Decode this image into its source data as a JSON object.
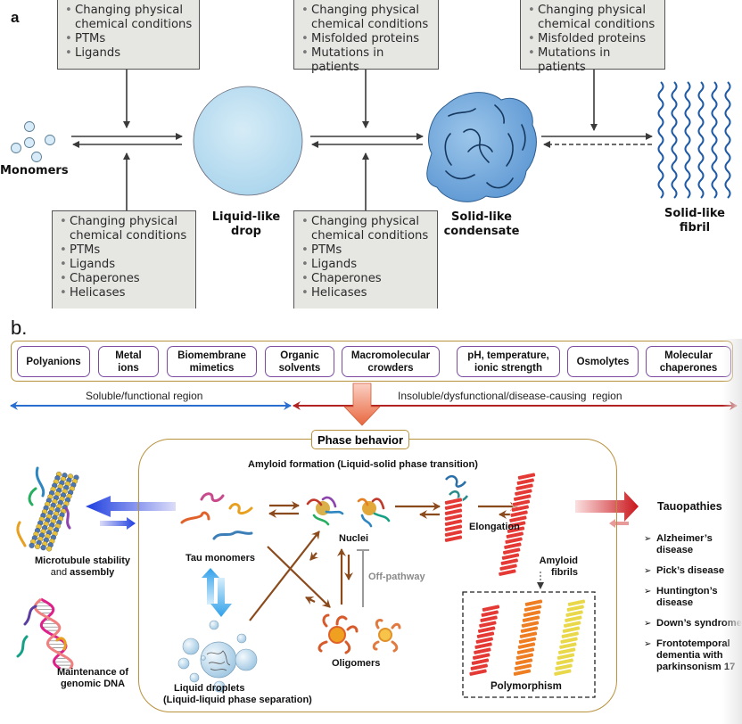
{
  "panel_a": {
    "label": "a",
    "top_boxes": [
      {
        "items": [
          "Changing physical chemical conditions",
          "PTMs",
          "Ligands"
        ]
      },
      {
        "items": [
          "Changing physical chemical conditions",
          "Misfolded proteins",
          "Mutations in patients"
        ]
      },
      {
        "items": [
          "Changing physical chemical conditions",
          "Misfolded proteins",
          "Mutations in patients"
        ]
      }
    ],
    "bottom_boxes": [
      {
        "items": [
          "Changing physical chemical conditions",
          "PTMs",
          "Ligands",
          "Chaperones",
          "Helicases"
        ]
      },
      {
        "items": [
          "Changing physical chemical conditions",
          "PTMs",
          "Ligands",
          "Chaperones",
          "Helicases"
        ]
      }
    ],
    "states": {
      "monomers": "Monomers",
      "drop_line1": "Liquid-like",
      "drop_line2": "drop",
      "condensate_line1": "Solid-like",
      "condensate_line2": "condensate",
      "fibril": "Solid-like fibril"
    },
    "colors": {
      "box_bg": "#e6e6e3",
      "drop": "#bfe0f0",
      "condensate": "#6fa8dc",
      "fibril": "#1f5aa6"
    }
  },
  "panel_b": {
    "label": "b.",
    "factors": [
      {
        "line1": "Polyanions",
        "line2": ""
      },
      {
        "line1": "Metal",
        "line2": "ions"
      },
      {
        "line1": "Biomembrane",
        "line2": "mimetics"
      },
      {
        "line1": "Organic",
        "line2": "solvents"
      },
      {
        "line1": "Macromolecular",
        "line2": "crowders"
      },
      {
        "line1": "pH, temperature,",
        "line2": "ionic strength"
      },
      {
        "line1": "Osmolytes",
        "line2": ""
      },
      {
        "line1": "Molecular",
        "line2": "chaperones"
      }
    ],
    "regions": {
      "soluble": "Soluble/functional region",
      "insoluble": "Insoluble/dysfunctional/disease-causing  region"
    },
    "phase_behavior": "Phase behavior",
    "amyloid_formation": "Amyloid formation (Liquid-solid phase transition)",
    "labels": {
      "tau_monomers": "Tau monomers",
      "nuclei": "Nuclei",
      "off_pathway": "Off-pathway",
      "oligomers": "Oligomers",
      "elongation": "Elongation",
      "amyloid_line1": "Amyloid",
      "amyloid_line2": "fibrils",
      "polymorphism": "Polymorphism",
      "droplets_line1": "Liquid droplets",
      "droplets_line2": "(Liquid-liquid phase separation)",
      "microtubule_line1": "Microtubule stability",
      "microtubule_line2_prefix": "and ",
      "microtubule_line2_bold": "assembly",
      "dna_line1": "Maintenance of",
      "dna_line2": "genomic DNA"
    },
    "tauopathies": {
      "title": "Tauopathies",
      "items": [
        "Alzheimer’s disease",
        "Pick’s disease",
        "Huntington’s disease",
        "Down’s syndrome",
        "Frontotemporal dementia with parkinsonism 17"
      ]
    },
    "colors": {
      "factor_border": "#7c4ba0",
      "frame": "#b8913c",
      "soluble_arrow": "#2a6fd0",
      "insoluble_arrow": "#b22222",
      "pathway_arrow": "#8b4a1c",
      "fibril_red": "#e53935",
      "fibril_orange": "#ef7d22",
      "fibril_yellow": "#e8d84a"
    }
  }
}
